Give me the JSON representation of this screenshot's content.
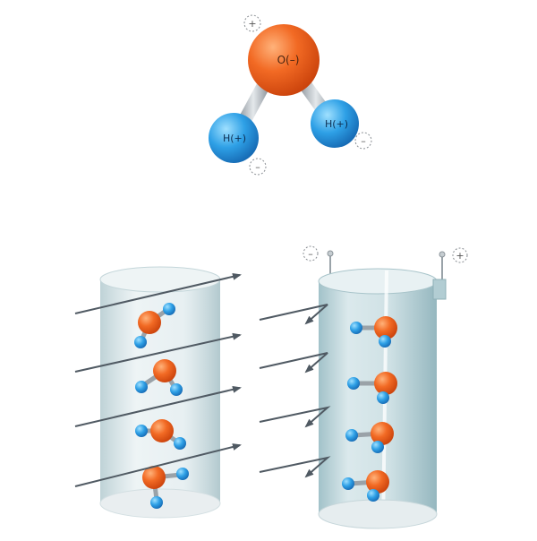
{
  "molecule": {
    "oxygen_label": "O(–)",
    "hydrogen_left_label": "H(+)",
    "hydrogen_right_label": "H(+)",
    "charge_top": "+",
    "charge_left": "–",
    "charge_right": "–"
  },
  "capacitor": {
    "terminal_left_sign": "–",
    "terminal_right_sign": "+"
  },
  "colors": {
    "oxygen": "#f05a1c",
    "hydrogen": "#2e9be0",
    "bond": "#b8bec4",
    "arrow": "#505a63",
    "cylinder": "#d4e3e6",
    "cylinder_dark": "#a9c6cc"
  }
}
